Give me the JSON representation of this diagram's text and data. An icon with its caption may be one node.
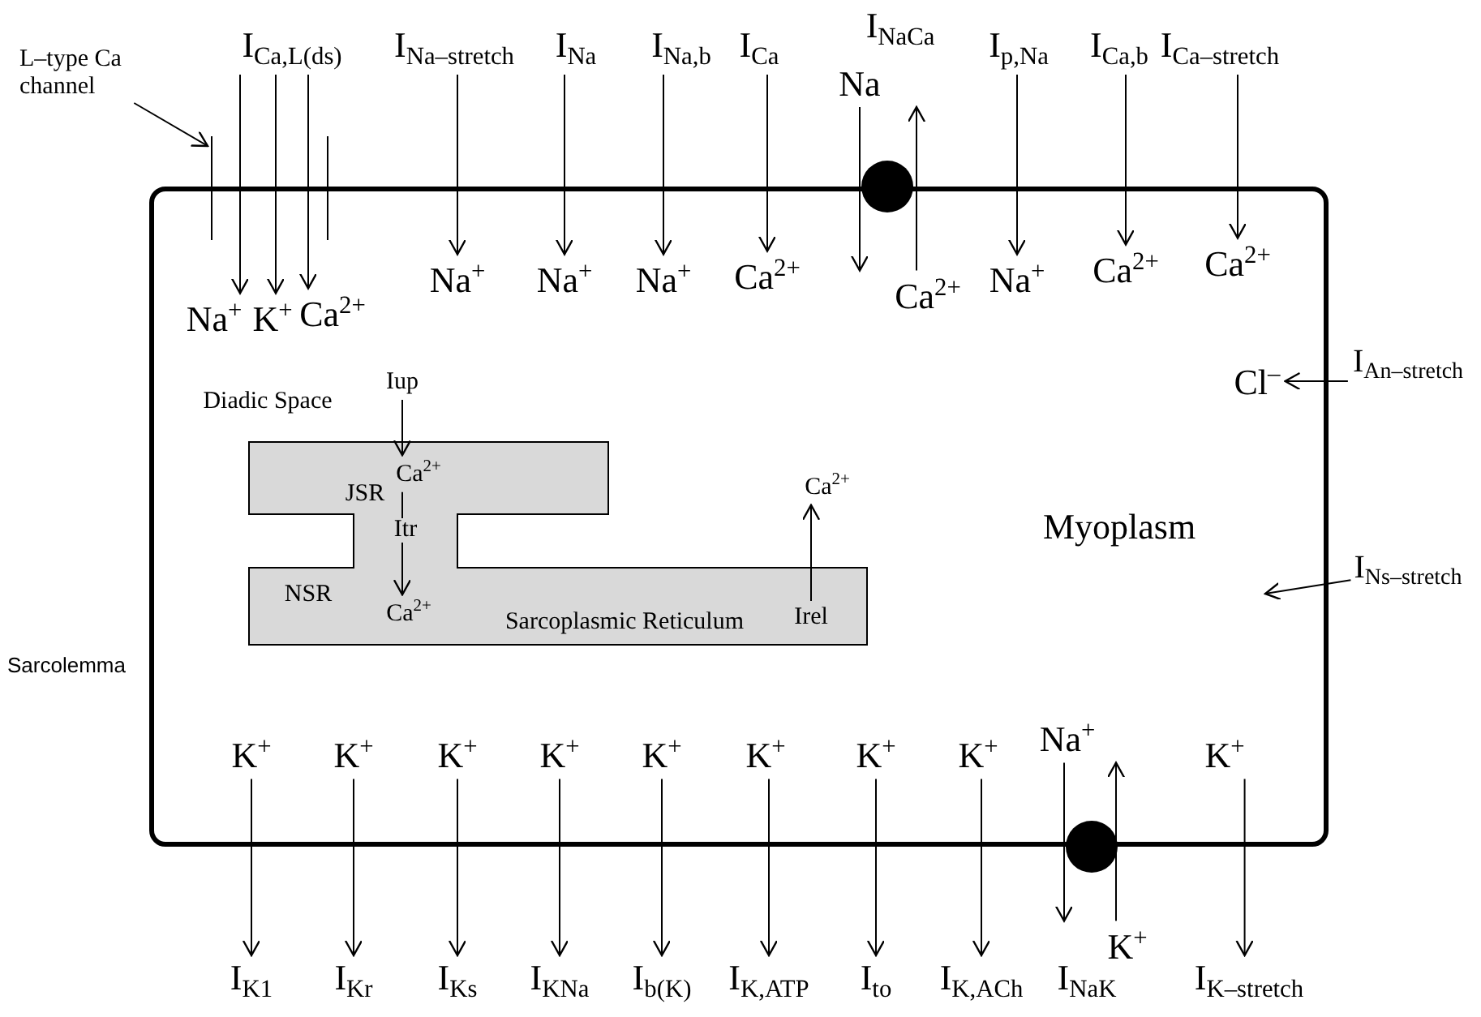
{
  "diagram": {
    "nodes": [
      {
        "text": [
          "Myoplasm"
        ],
        "beside": [
          "Sarcolemma"
        ]
      },
      {
        "text": [
          "L–type Ca channel"
        ]
      },
      {
        "text": [
          "I$_{Ca,L(ds)}$"
        ]
      },
      {
        "text": [
          "I$_{Na–stretch}$"
        ]
      },
      {
        "text": [
          "I$_{Na}$"
        ]
      },
      {
        "text": [
          "I$_{Na,b}$"
        ]
      },
      {
        "text": [
          "I$_{Ca}$"
        ]
      },
      {
        "text": [
          "Na"
        ]
      },
      {
        "text": [],
        "shape": "circle"
      },
      {
        "text": [
          "I$_{p,Na}$"
        ]
      },
      {
        "text": [
          "I$_{Ca,b}$"
        ]
      },
      {
        "text": [
          "I$_{Ca–stretch}$"
        ]
      },
      {
        "text": [
          "Na$^{+}$"
        ],
        "in": 0
      },
      {
        "text": [
          "K$^{+}$"
        ],
        "in": 0
      },
      {
        "text": [
          "Ca$^{2+}$"
        ],
        "in": 0
      },
      {
        "text": [
          "Na$^{+}$"
        ],
        "in": 0
      },
      {
        "text": [
          "Na$^{+}$"
        ],
        "in": 0
      },
      {
        "text": [
          "Na$^{+}$"
        ],
        "in": 0
      },
      {
        "text": [
          "Ca$^{2+}$"
        ],
        "in": 0
      },
      {
        "text": [
          "Ca$^{2+}$"
        ],
        "in": 0
      },
      {
        "text": [
          "Na$^{+}$"
        ],
        "in": 0
      },
      {
        "text": [
          "Ca$^{2+}$"
        ],
        "in": 0
      },
      {
        "text": [
          "Ca$^{2+}$"
        ],
        "in": 0
      },
      {
        "text": [
          "I$_{An–stretch}$"
        ]
      },
      {
        "text": [
          "Cl$^{–}$"
        ],
        "in": 0
      },
      {
        "text": [
          "Iup"
        ],
        "in": 0
      },
      {
        "text": [
          "JSR",
          "NSR",
          "Sarcoplasmic Reticulum"
        ],
        "in": 0
      },
      {
        "text": [
          "Ca$^{2+}$"
        ],
        "in": 26
      },
      {
        "text": [
          "Ca$^{2+}$"
        ],
        "in": 26
      },
      {
        "text": [
          "Irel"
        ],
        "in": 26
      },
      {
        "text": [
          "Ca$^{2+}$"
        ],
        "in": 0
      },
      {
        "text": [
          "I$_{Ns–stretch}$"
        ]
      },
      {
        "text": [
          "K$^{+}$"
        ],
        "in": 0
      },
      {
        "text": [
          "K$^{+}$"
        ],
        "in": 0
      },
      {
        "text": [
          "K$^{+}$"
        ],
        "in": 0
      },
      {
        "text": [
          "K$^{+}$"
        ],
        "in": 0
      },
      {
        "text": [
          "K$^{+}$"
        ],
        "in": 0
      },
      {
        "text": [
          "K$^{+}$"
        ],
        "in": 0
      },
      {
        "text": [
          "K$^{+}$"
        ],
        "in": 0
      },
      {
        "text": [
          "K$^{+}$"
        ],
        "in": 0
      },
      {
        "text": [
          "Na$^{+}$"
        ],
        "in": 0
      },
      {
        "text": [
          "K$^{+}$"
        ],
        "in": 0
      },
      {
        "text": [],
        "shape": "circle"
      },
      {
        "text": [
          "I$_{K1}$"
        ]
      },
      {
        "text": [
          "I$_{Kr}$"
        ]
      },
      {
        "text": [
          "I$_{Ks}$"
        ]
      },
      {
        "text": [
          "I$_{KNa}$"
        ]
      },
      {
        "text": [
          "I$_{b(K)}$"
        ]
      },
      {
        "text": [
          "I$_{K,ATP}$"
        ]
      },
      {
        "text": [
          "I$_{to}$"
        ]
      },
      {
        "text": [
          "I$_{K,ACh}$"
        ]
      },
      {
        "text": [
          "K$^{+}$"
        ]
      },
      {
        "text": [
          "I$_{K–stretch}$"
        ]
      },
      {
        "text": [],
        "shape": "bar"
      }
    ],
    "edges": [
      {
        "from": 1,
        "to": 53,
        "arrow": "to"
      },
      {
        "from": 2,
        "to": 12,
        "arrow": "to"
      },
      {
        "from": 2,
        "to": 13,
        "arrow": "to"
      },
      {
        "from": 2,
        "to": 14,
        "arrow": "to"
      },
      {
        "from": 3,
        "to": 15,
        "arrow": "to"
      },
      {
        "from": 4,
        "to": 16,
        "arrow": "to"
      },
      {
        "from": 5,
        "to": 17,
        "arrow": "to"
      },
      {
        "from": 6,
        "to": 18,
        "arrow": "to"
      },
      {
        "from": 7,
        "to": 19,
        "arrow": "to"
      },
      {
        "from": 19,
        "to": 7,
        "arrow": "to"
      },
      {
        "from": 9,
        "to": 20,
        "arrow": "to"
      },
      {
        "from": 10,
        "to": 21,
        "arrow": "to"
      },
      {
        "from": 11,
        "to": 22,
        "arrow": "to"
      },
      {
        "from": 23,
        "to": 24,
        "arrow": "to"
      },
      {
        "from": 25,
        "to": 27,
        "arrow": "to"
      },
      {
        "from": 27,
        "to": 28,
        "arrow": "to",
        "label": "Itr"
      },
      {
        "from": 29,
        "to": 30,
        "arrow": "to"
      },
      {
        "from": 31,
        "to": null,
        "arrow": "to"
      },
      {
        "from": 32,
        "to": 43,
        "arrow": "to"
      },
      {
        "from": 33,
        "to": 44,
        "arrow": "to"
      },
      {
        "from": 34,
        "to": 45,
        "arrow": "to"
      },
      {
        "from": 35,
        "to": 46,
        "arrow": "to"
      },
      {
        "from": 36,
        "to": 47,
        "arrow": "to"
      },
      {
        "from": 37,
        "to": 48,
        "arrow": "to"
      },
      {
        "from": 38,
        "to": 49,
        "arrow": "to"
      },
      {
        "from": 39,
        "to": 50,
        "arrow": "to"
      },
      {
        "from": 40,
        "to": 51,
        "arrow": "to"
      },
      {
        "from": 51,
        "to": 40,
        "arrow": "to"
      },
      {
        "from": 41,
        "to": 52,
        "arrow": "to"
      }
    ],
    "labels": [
      "I$_{NaCa}$",
      "Diadic Space",
      "I$_{NaK}$"
    ]
  }
}
